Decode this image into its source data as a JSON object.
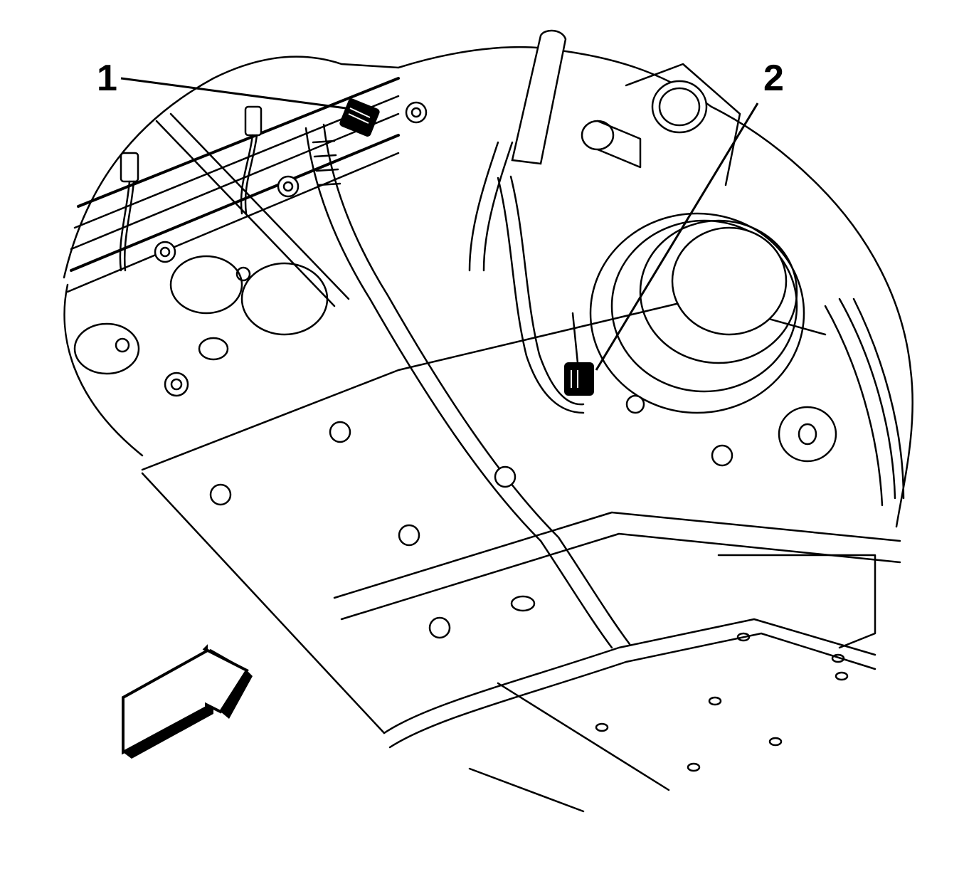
{
  "figure": {
    "type": "technical-line-illustration",
    "subject": "engine assembly underside view with wiring harness connectors",
    "background_color": "#ffffff",
    "line_color": "#000000"
  },
  "callouts": [
    {
      "number": "1",
      "label": "1",
      "points_to": "electrical connector (upper left harness)"
    },
    {
      "number": "2",
      "label": "2",
      "points_to": "electrical connector (near pulley, right)"
    }
  ],
  "view_arrow": {
    "direction": "up-right",
    "meaning": "view direction indicator"
  }
}
